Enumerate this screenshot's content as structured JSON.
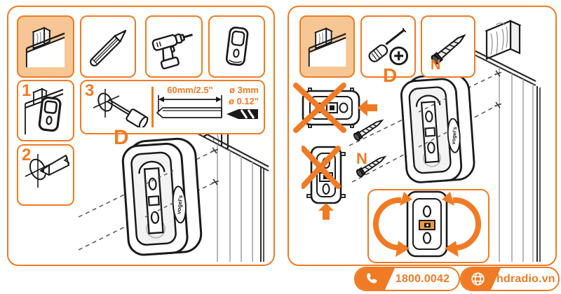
{
  "colors": {
    "accent": "#F07B24",
    "highlight_fill": "#F6C794",
    "line": "#1A1A1A"
  },
  "left_panel": {
    "tools": [
      {
        "icon": "wall-stud-icon",
        "highlighted": true
      },
      {
        "icon": "pencil-icon",
        "highlighted": false
      },
      {
        "icon": "drill-icon",
        "highlighted": false
      },
      {
        "icon": "mount-part-icon",
        "highlighted": false
      }
    ],
    "steps": [
      {
        "label": "1",
        "icon": "position-mount-on-wall-icon"
      },
      {
        "label": "2",
        "icon": "mark-hole-with-pencil-icon"
      },
      {
        "label": "3",
        "icon": "pierce-mark-with-awl-icon"
      }
    ],
    "measurement": {
      "length": "60mm/2.5\"",
      "drill_diameter_metric": "ø 3mm",
      "drill_diameter_imperial": "ø 0.12\""
    },
    "part_label": "D",
    "brand": "vogel's"
  },
  "right_panel": {
    "tools": [
      {
        "icon": "wall-stud-icon",
        "highlighted": true
      },
      {
        "icon": "phillips-screwdriver-icon",
        "highlighted": false
      },
      {
        "icon": "screw-icon",
        "highlighted": false,
        "label": "N"
      }
    ],
    "part_label": "D",
    "screw_label": "N",
    "brand": "vogel's",
    "warnings": [
      {
        "icon": "no-horizontal-orientation-icon"
      },
      {
        "icon": "no-upside-down-orientation-icon"
      }
    ],
    "hint_icon": "rotate-to-level-icon"
  },
  "footer": {
    "phone": "1800.0042",
    "website": "hdradio.vn",
    "phone_icon": "phone-icon",
    "website_icon": "globe-icon"
  }
}
